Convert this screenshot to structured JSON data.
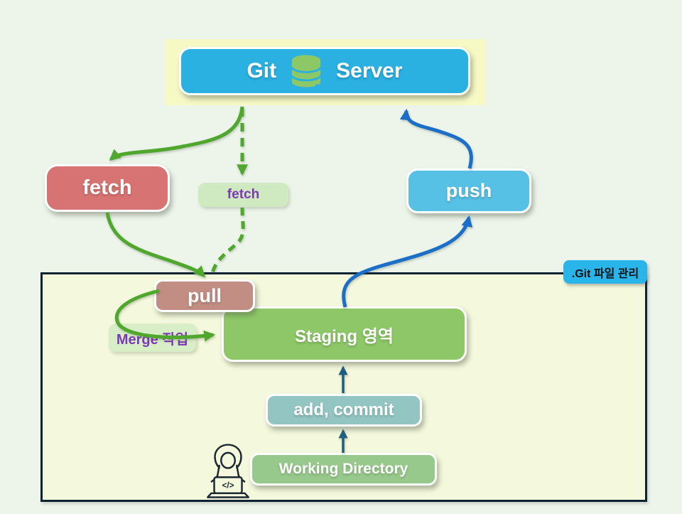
{
  "canvas": {
    "bg": "#edf5eb"
  },
  "server": {
    "word_left": "Git",
    "word_right": "Server",
    "bg": "#2bb0e2",
    "halo_bg": "#f6f9c4"
  },
  "boxes": {
    "fetch": {
      "label": "fetch",
      "bg": "#d87373"
    },
    "fetch_small": {
      "label": "fetch",
      "bg": "#cfe9c0",
      "fg": "#7c3ab4"
    },
    "push": {
      "label": "push",
      "bg": "#57c1e5"
    },
    "pull": {
      "label": "pull",
      "bg": "#c28e84"
    },
    "merge": {
      "label": "Merge 작업",
      "bg": "#d7eec7",
      "fg": "#7c3ab4"
    },
    "staging": {
      "label": "Staging 영역",
      "bg": "#8dc767"
    },
    "add_commit": {
      "label": "add, commit",
      "bg": "#93c6c3"
    },
    "working_directory": {
      "label": "Working Directory",
      "bg": "#98c98c"
    }
  },
  "git_area": {
    "tag_label": ".Git 파일 관리",
    "tag_bg": "#29b5ea",
    "bg": "#f4f8dc",
    "border": "#0d2334"
  },
  "arrow_colors": {
    "green": "#4fa82d",
    "blue": "#1b6fc7",
    "teal": "#1e5f7e"
  },
  "icons": {
    "database": "database-icon",
    "developer": "developer-at-laptop-icon",
    "laptop_code": "</>"
  }
}
